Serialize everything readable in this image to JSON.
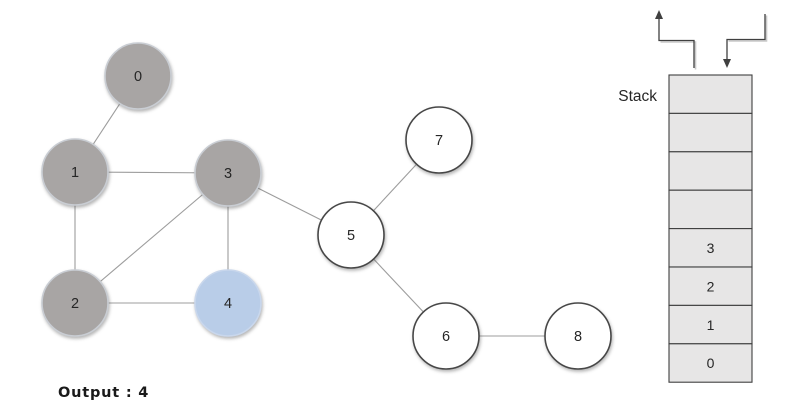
{
  "graph": {
    "nodes": [
      {
        "label": "0",
        "state": "visited"
      },
      {
        "label": "1",
        "state": "visited"
      },
      {
        "label": "2",
        "state": "visited"
      },
      {
        "label": "3",
        "state": "visited"
      },
      {
        "label": "4",
        "state": "current"
      },
      {
        "label": "5",
        "state": "unvisited"
      },
      {
        "label": "6",
        "state": "unvisited"
      },
      {
        "label": "7",
        "state": "unvisited"
      },
      {
        "label": "8",
        "state": "unvisited"
      }
    ],
    "edges": [
      [
        "0",
        "1"
      ],
      [
        "1",
        "2"
      ],
      [
        "1",
        "3"
      ],
      [
        "2",
        "3"
      ],
      [
        "2",
        "4"
      ],
      [
        "3",
        "4"
      ],
      [
        "3",
        "5"
      ],
      [
        "5",
        "7"
      ],
      [
        "5",
        "6"
      ],
      [
        "6",
        "8"
      ]
    ]
  },
  "stack": {
    "label": "Stack",
    "cells_top_to_bottom": [
      "",
      "",
      "",
      "",
      "3",
      "2",
      "1",
      "0"
    ]
  },
  "output": {
    "text": "Output : 4"
  },
  "colors": {
    "visited_node_fill": "#a8a5a4",
    "current_node_fill": "#b9cde8",
    "unvisited_node_fill": "#ffffff",
    "node_border_light": "#c9cdd3",
    "node_border_dark": "#474747",
    "edge_line": "#9d9d9d",
    "stack_cell_fill": "#e7e6e6",
    "stack_border": "#3f3f3f",
    "arrow_line": "#404040",
    "text_color": "#262626"
  }
}
